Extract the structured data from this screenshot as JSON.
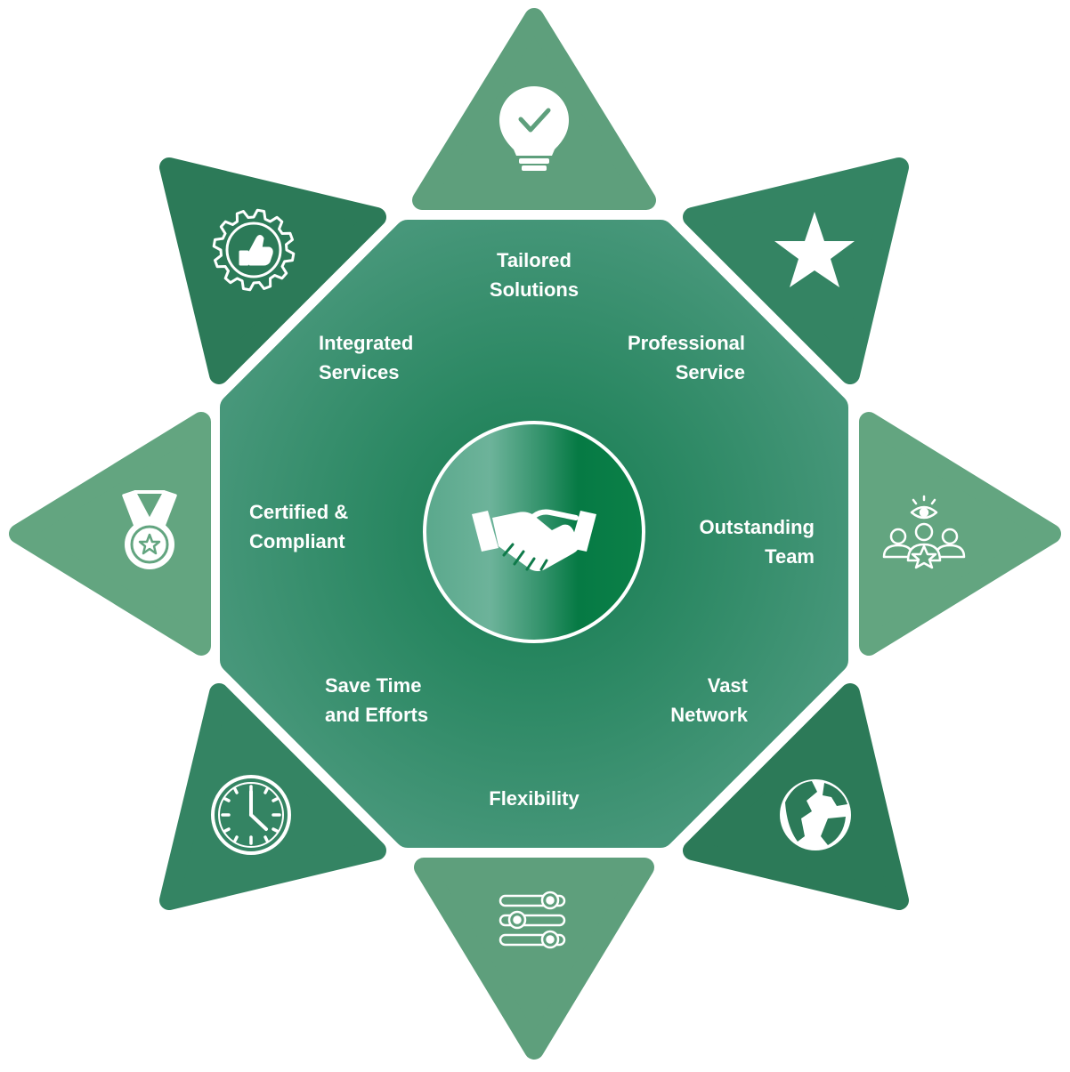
{
  "colors": {
    "triangle_light": "#5e9f7c",
    "triangle_dark": "#2f7d5a",
    "octagon": "#3e9270",
    "octagon_center": "#137b4f",
    "center_circle": "#0a8047",
    "icon": "#ffffff"
  },
  "segments": [
    {
      "id": "tailored",
      "lines": [
        "Tailored",
        "Solutions"
      ],
      "icon": "lightbulb-check-icon"
    },
    {
      "id": "professional",
      "lines": [
        "Professional",
        "Service"
      ],
      "icon": "star-icon"
    },
    {
      "id": "outstanding",
      "lines": [
        "Outstanding",
        "Team"
      ],
      "icon": "team-vision-icon"
    },
    {
      "id": "vast",
      "lines": [
        "Vast",
        "Network"
      ],
      "icon": "globe-icon"
    },
    {
      "id": "flexibility",
      "lines": [
        "Flexibility"
      ],
      "icon": "sliders-icon"
    },
    {
      "id": "save-time",
      "lines": [
        "Save Time",
        "and Efforts"
      ],
      "icon": "clock-icon"
    },
    {
      "id": "certified",
      "lines": [
        "Certified &",
        "Compliant"
      ],
      "icon": "medal-icon"
    },
    {
      "id": "integrated",
      "lines": [
        "Integrated",
        "Services"
      ],
      "icon": "gear-thumbs-up-icon"
    }
  ],
  "center": {
    "icon": "handshake-icon"
  }
}
